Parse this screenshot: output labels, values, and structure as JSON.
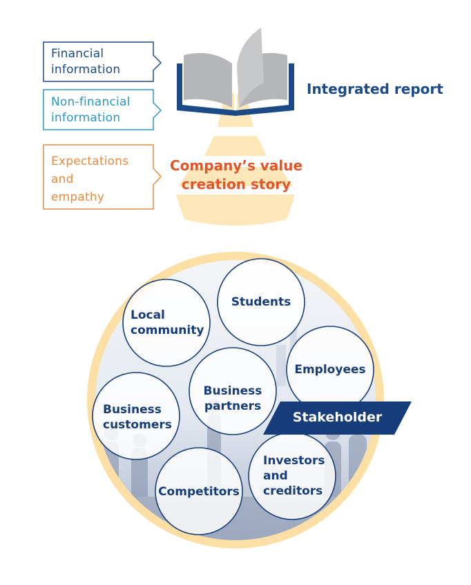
{
  "callouts": [
    {
      "id": "financial",
      "lines": [
        "Financial",
        "information"
      ],
      "color": "#1b4a87"
    },
    {
      "id": "non-financial",
      "lines": [
        "Non-financial",
        "information"
      ],
      "color": "#2c95c7"
    },
    {
      "id": "expectations",
      "lines": [
        "Expectations",
        "and",
        "empathy"
      ],
      "color": "#e88a40"
    }
  ],
  "report_label": "Integrated report",
  "story_label": [
    "Company’s value",
    "creation story"
  ],
  "stakeholder_label": "Stakeholder",
  "stakeholders": [
    {
      "id": "students",
      "lines": [
        "Students"
      ]
    },
    {
      "id": "local-community",
      "lines": [
        "Local",
        "community"
      ]
    },
    {
      "id": "employees",
      "lines": [
        "Employees"
      ]
    },
    {
      "id": "business-partners",
      "lines": [
        "Business",
        "partners"
      ]
    },
    {
      "id": "business-customers",
      "lines": [
        "Business",
        "customers"
      ]
    },
    {
      "id": "investors",
      "lines": [
        "Investors",
        "and",
        "creditors"
      ]
    },
    {
      "id": "competitors",
      "lines": [
        "Competitors"
      ]
    }
  ],
  "colors": {
    "navy": "#163d7a",
    "blue": "#2c95c7",
    "orange": "#e88a40",
    "story_red": "#e2552b",
    "beam": "#fde7b8",
    "ring": "#fbdfa5",
    "book_gray": "#b4b6b9"
  }
}
